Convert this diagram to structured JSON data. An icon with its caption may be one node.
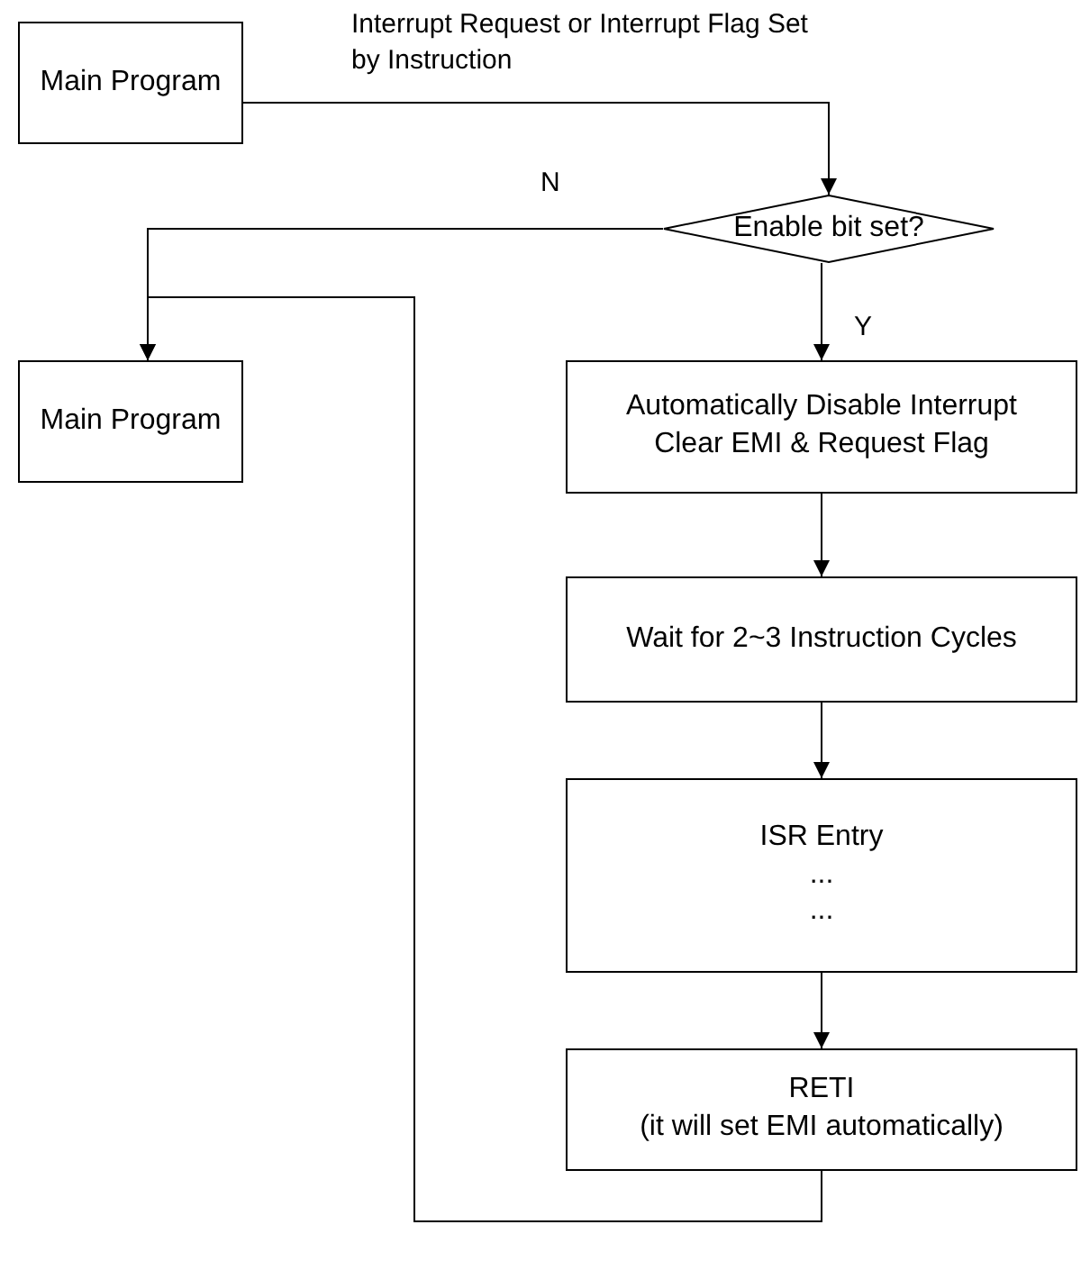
{
  "diagram": {
    "nodes": [
      {
        "text": [
          "Main Program"
        ]
      },
      {
        "text": [
          "Enable bit set?"
        ]
      },
      {
        "text": [
          "Main Program"
        ]
      },
      {
        "text": [
          "Automatically Disable Interrupt",
          "Clear EMI & Request Flag"
        ]
      },
      {
        "text": [
          "Wait for 2~3 Instruction Cycles"
        ]
      },
      {
        "text": [
          "ISR Entry",
          "...",
          "..."
        ]
      },
      {
        "text": [
          "RETI",
          "(it will set EMI automatically)"
        ]
      }
    ],
    "edges": [
      {
        "from": 0,
        "to": 1,
        "arrow": "to",
        "label": "Interrupt Request or Interrupt Flag Set by Instruction"
      },
      {
        "from": 1,
        "to": 2,
        "arrow": "to",
        "label": "N"
      },
      {
        "from": 1,
        "to": 3,
        "arrow": "to",
        "label": "Y"
      },
      {
        "from": 3,
        "to": 4,
        "arrow": "to"
      },
      {
        "from": 4,
        "to": 5,
        "arrow": "to"
      },
      {
        "from": 5,
        "to": 6,
        "arrow": "to"
      },
      {
        "from": 6,
        "to": 2,
        "arrow": "to"
      }
    ]
  }
}
